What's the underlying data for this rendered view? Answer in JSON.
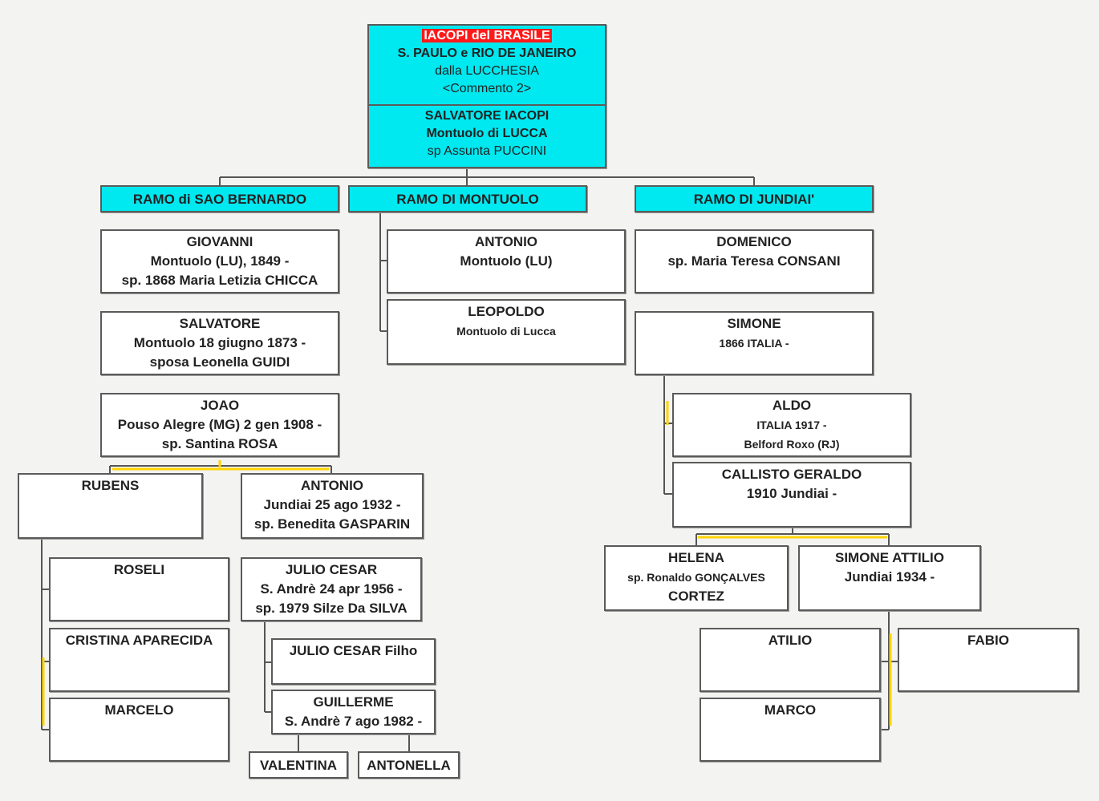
{
  "root": {
    "title": "IACOPI del BRASILE",
    "line2": "S. PAULO e RIO DE JANEIRO",
    "line3": "dalla LUCCHESIA",
    "line4": "<Commento 2>"
  },
  "salvatore_root": [
    "SALVATORE IACOPI",
    "Montuolo di LUCCA",
    "sp Assunta PUCCINI"
  ],
  "branches": {
    "sao_bernardo": "RAMO di SAO BERNARDO",
    "montuolo": "RAMO DI MONTUOLO",
    "jundiai": "RAMO DI JUNDIAI'"
  },
  "people": {
    "giovanni": [
      "GIOVANNI",
      "Montuolo (LU), 1849 -",
      "sp. 1868 Maria Letizia CHICCA"
    ],
    "salvatore": [
      "SALVATORE",
      "Montuolo 18 giugno 1873 -",
      "sposa Leonella GUIDI"
    ],
    "joao": [
      "JOAO",
      "Pouso Alegre (MG) 2 gen 1908 -",
      "sp. Santina ROSA"
    ],
    "rubens": [
      "RUBENS"
    ],
    "antonio_j": [
      "ANTONIO",
      "Jundiai 25 ago 1932 -",
      "sp. Benedita GASPARIN"
    ],
    "roseli": [
      "ROSELI"
    ],
    "cristina": [
      "CRISTINA APARECIDA"
    ],
    "marcelo": [
      "MARCELO"
    ],
    "julio_cesar": [
      "JULIO CESAR",
      "S. Andrè 24 apr 1956 -",
      "sp. 1979 Silze Da SILVA"
    ],
    "julio_filho": [
      "JULIO CESAR Filho"
    ],
    "guillerme": [
      "GUILLERME",
      "S. Andrè 7 ago 1982 -"
    ],
    "valentina": [
      "VALENTINA"
    ],
    "antonella": [
      "ANTONELLA"
    ],
    "antonio_m": [
      "ANTONIO",
      "Montuolo (LU)"
    ],
    "leopoldo": [
      "LEOPOLDO",
      "Montuolo di Lucca"
    ],
    "domenico": [
      "DOMENICO",
      "sp. Maria Teresa CONSANI"
    ],
    "simone": [
      "SIMONE",
      "1866 ITALIA -"
    ],
    "aldo": [
      "ALDO",
      "ITALIA 1917 -",
      "Belford Roxo (RJ)"
    ],
    "callisto": [
      "CALLISTO GERALDO",
      "1910 Jundiai -"
    ],
    "helena": [
      "HELENA",
      "sp. Ronaldo GONÇALVES",
      "CORTEZ"
    ],
    "simone_attilio": [
      "SIMONE ATTILIO",
      "Jundiai 1934 -"
    ],
    "atilio": [
      "ATILIO"
    ],
    "fabio": [
      "FABIO"
    ],
    "marco": [
      "MARCO"
    ]
  }
}
